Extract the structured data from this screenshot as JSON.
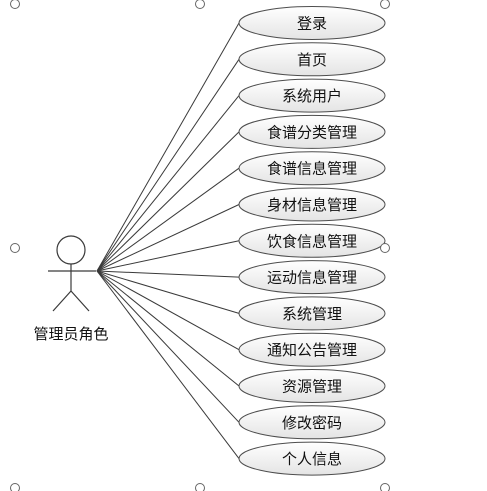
{
  "actor": {
    "name": "管理员角色"
  },
  "use_cases": [
    {
      "label": "登录"
    },
    {
      "label": "首页"
    },
    {
      "label": "系统用户"
    },
    {
      "label": "食谱分类管理"
    },
    {
      "label": "食谱信息管理"
    },
    {
      "label": "身材信息管理"
    },
    {
      "label": "饮食信息管理"
    },
    {
      "label": "运动信息管理"
    },
    {
      "label": "系统管理"
    },
    {
      "label": "通知公告管理"
    },
    {
      "label": "资源管理"
    },
    {
      "label": "修改密码"
    },
    {
      "label": "个人信息"
    }
  ],
  "colors": {
    "ellipse_top": "#ffffff",
    "ellipse_bottom": "#e6e6e6",
    "stroke": "#4d4d4d",
    "handle": "#666666"
  }
}
